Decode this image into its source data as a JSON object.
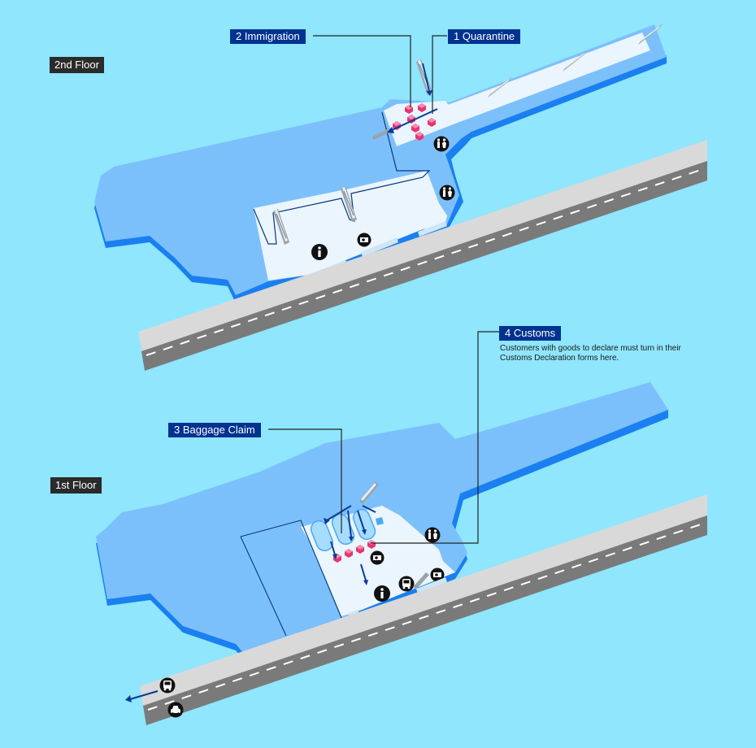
{
  "floors": [
    {
      "id": "floor-2",
      "label": "2nd Floor"
    },
    {
      "id": "floor-1",
      "label": "1st Floor"
    }
  ],
  "callouts": [
    {
      "number": "1",
      "label": "1 Quarantine"
    },
    {
      "number": "2",
      "label": "2 Immigration"
    },
    {
      "number": "3",
      "label": "3 Baggage Claim"
    },
    {
      "number": "4",
      "label": "4 Customs"
    }
  ],
  "customs_note": "Customers with goods to declare must turn in their Customs Declaration forms here.",
  "colors": {
    "background": "#8fe6fd",
    "building_top": "#7cc0fb",
    "building_side": "#1a7ff0",
    "arrival_area": "#eaf5fe",
    "road": "#7a7a7a",
    "curb": "#d9d9d9",
    "checkpoint": "#e8346f",
    "callout_bg": "#00328f",
    "floor_label_bg": "#2b2b2b"
  },
  "icons": [
    "restroom-icon",
    "information-icon",
    "currency-exchange-icon",
    "bus-icon",
    "taxi-icon",
    "escalator-icon",
    "direction-arrow-icon"
  ]
}
